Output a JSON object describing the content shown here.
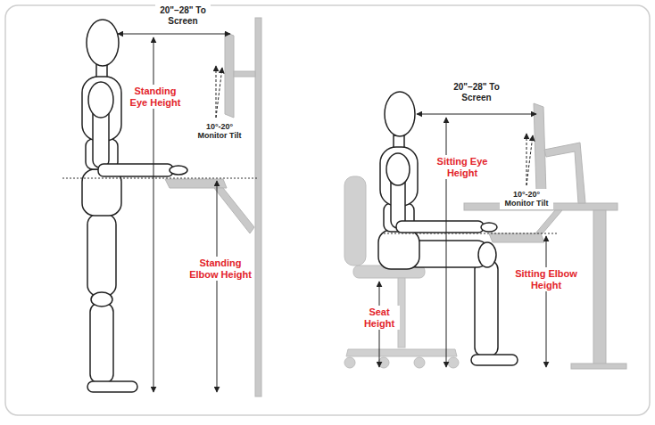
{
  "diagram": {
    "labels": [
      "20\"–28\" To Screen",
      "Standing Eye Height",
      "10°-20° Monitor Tilt",
      "Standing Elbow Height",
      "20\"–28\" To Screen",
      "Sitting Eye Height",
      "10°-20° Monitor Tilt",
      "Seat Height",
      "Sitting Elbow Height"
    ]
  }
}
